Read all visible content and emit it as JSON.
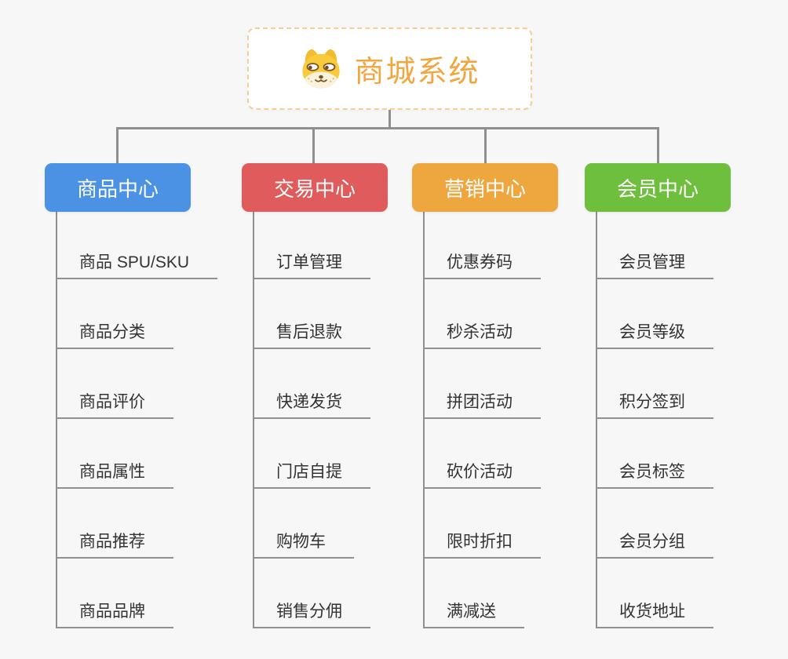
{
  "root": {
    "title": "商城系统",
    "icon": "doge-icon"
  },
  "branches": [
    {
      "label": "商品中心",
      "color": "#4C92E4",
      "items": [
        "商品 SPU/SKU",
        "商品分类",
        "商品评价",
        "商品属性",
        "商品推荐",
        "商品品牌"
      ]
    },
    {
      "label": "交易中心",
      "color": "#E05B5B",
      "items": [
        "订单管理",
        "售后退款",
        "快递发货",
        "门店自提",
        "购物车",
        "销售分佣"
      ]
    },
    {
      "label": "营销中心",
      "color": "#EEA73E",
      "items": [
        "优惠券码",
        "秒杀活动",
        "拼团活动",
        "砍价活动",
        "限时折扣",
        "满减送"
      ]
    },
    {
      "label": "会员中心",
      "color": "#6EBF3D",
      "items": [
        "会员管理",
        "会员等级",
        "积分签到",
        "会员标签",
        "会员分组",
        "收货地址"
      ]
    }
  ],
  "colors": {
    "background": "#F7F7F7",
    "connector": "#8F8F8F",
    "leaf_text": "#333333",
    "root_accent": "#F2A640",
    "root_border": "#F6CE92"
  }
}
